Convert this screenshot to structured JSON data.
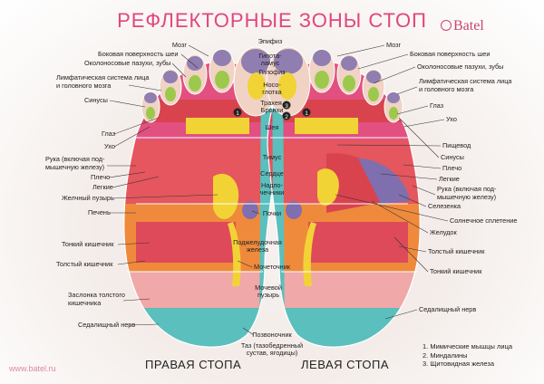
{
  "title": "РЕФЛЕКТОРНЫЕ ЗОНЫ СТОП",
  "brand": "Batel",
  "website": "www.batel.ru",
  "right_foot_title": "ПРАВАЯ СТОПА",
  "left_foot_title": "ЛЕВАЯ СТОПА",
  "legend": [
    "1. Мимические мышцы лица",
    "2. Миндалины",
    "3. Щитовидная железа"
  ],
  "labels": {
    "mozg_r": "Мозг",
    "bok_r": "Боковая поверхность шеи",
    "okolo_r": "Околоносовые пазухи, зубы",
    "limf_r_1": "Лимфатическая система лица",
    "limf_r_2": "и головного мозга",
    "sinusy_r": "Синусы",
    "glaz_r": "Глаз",
    "uho_r": "Ухо",
    "ruka_r_1": "Рука (включая под-",
    "ruka_r_2": "мышечную железу)",
    "plecho_r": "Плечо",
    "legkie_r": "Легкие",
    "zhelch": "Желчный пузырь",
    "pechen": "Печень",
    "tonk_r": "Тонкий кишечник",
    "tolst_r": "Толстый кишечник",
    "zaslonka_1": "Заслонка толстого",
    "zaslonka_2": "кишечника",
    "sedal_r": "Седалищный нерв",
    "epifiz": "Эпифиз",
    "gipota_1": "Гипота-",
    "gipota_2": "ламус",
    "gipofiz": "Гипофиз",
    "nos_1": "Носо-",
    "nos_2": "глотка",
    "trahe_1": "Трахея,",
    "trahe_2": "Бронхи",
    "sheya": "Шея",
    "timus": "Тимус",
    "serdce": "Сердце",
    "nadpoch_1": "Надпо-",
    "nadpoch_2": "чечники",
    "pochki": "Почки",
    "podzh_1": "Поджелудочная",
    "podzh_2": "железа",
    "mochet": "Мочеточник",
    "mochev_1": "Мочевой",
    "mochev_2": "пузырь",
    "pozv": "Позвоночник",
    "taz_1": "Таз (тазобедренный",
    "taz_2": "сустав, ягодицы)",
    "mozg_l": "Мозг",
    "bok_l": "Боковая поверхность шеи",
    "okolo_l": "Околоносовые пазухи, зубы",
    "limf_l_1": "Лимфатическая система лица",
    "limf_l_2": "и головного мозга",
    "glaz_l": "Глаз",
    "uho_l": "Ухо",
    "pishev": "Пищевод",
    "sinusy_l": "Синусы",
    "plecho_l": "Плечо",
    "legkie_l": "Легкие",
    "ruka_l_1": "Рука (включая под-",
    "ruka_l_2": "мышечную железу)",
    "selez": "Селезенка",
    "soln": "Солнечное сплетение",
    "zheludok": "Желудок",
    "tolst_l": "Толстый кишечник",
    "tonk_l": "Тонкий кишечник",
    "sedal_l": "Седалищный нерв",
    "n1": "1",
    "n2": "2",
    "n3": "3"
  },
  "colors": {
    "title": "#e0467f",
    "pink": "#e2507f",
    "red": "#d9434e",
    "orange": "#ef8a3c",
    "yellow": "#f2d335",
    "green": "#9cc94c",
    "teal": "#5bbfbd",
    "purple": "#7f6fae",
    "skin": "#f0d3c4"
  }
}
